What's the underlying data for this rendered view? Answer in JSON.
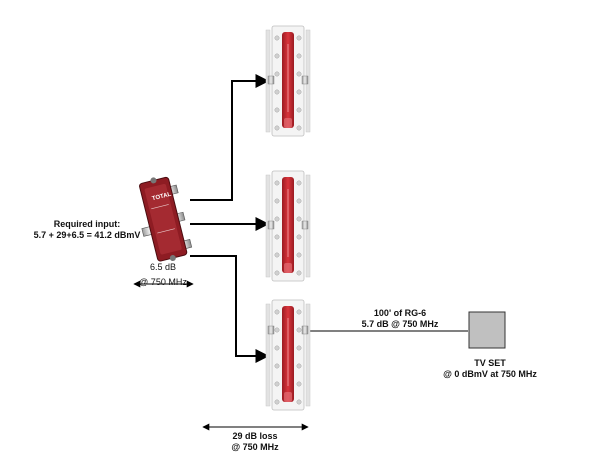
{
  "input_label": {
    "line1": "Required input:",
    "line2": "5.7 + 29+6.5 = 41.2 dBmV"
  },
  "splitter_loss": {
    "line1": "6.5 dB",
    "line2": "@ 750 MHz"
  },
  "cable_label": {
    "line1": "100' of RG-6",
    "line2": "5.7 dB @ 750 MHz"
  },
  "tv_label": {
    "line1": "TV SET",
    "line2": "@ 0 dBmV at 750 MHz"
  },
  "attenuator_loss": {
    "line1": "29 dB loss",
    "line2": "@ 750 MHz"
  },
  "splitter_brand": "TOTAL",
  "colors": {
    "attenuator_red": "#c4262e",
    "splitter_maroon": "#8e1c23",
    "tv_gray": "#c0c0c0",
    "line": "#000000"
  }
}
